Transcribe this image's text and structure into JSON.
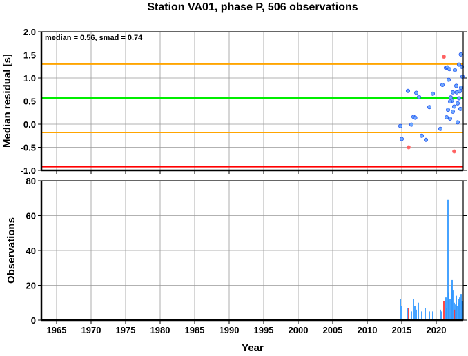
{
  "chart_data": [
    {
      "type": "scatter",
      "title": "Station VA01, phase P, 506 observations",
      "xlabel": "",
      "ylabel": "Median residual [s]",
      "xlim": [
        1962.8,
        2023.9
      ],
      "ylim": [
        -1.0,
        2.0
      ],
      "xticks": [
        1965,
        1970,
        1975,
        1980,
        1985,
        1990,
        1995,
        2000,
        2005,
        2010,
        2015,
        2020
      ],
      "yticks": [
        "-1.0",
        "-0.5",
        "0.0",
        "0.5",
        "1.0",
        "1.5",
        "2.0"
      ],
      "grid": true,
      "annotation": "median = 0.56, smad = 0.74",
      "hlines": [
        {
          "value": 1.3,
          "color": "#ffa500",
          "role": "upper-bound"
        },
        {
          "value": 0.56,
          "color": "#00ee00",
          "role": "median"
        },
        {
          "value": -0.18,
          "color": "#ffa500",
          "role": "lower-bound"
        },
        {
          "value": -0.92,
          "color": "#ff0000",
          "role": "limit"
        }
      ],
      "colors": {
        "normal": "#6fa8ff",
        "outlier": "#ff6060"
      },
      "points": [
        {
          "x": 2023.56,
          "y": 1.51,
          "o": false
        },
        {
          "x": 2021.1,
          "y": 1.46,
          "o": true
        },
        {
          "x": 2023.3,
          "y": 1.29,
          "o": false
        },
        {
          "x": 2023.7,
          "y": 1.24,
          "o": false
        },
        {
          "x": 2021.4,
          "y": 1.22,
          "o": false
        },
        {
          "x": 2021.6,
          "y": 1.23,
          "o": false
        },
        {
          "x": 2021.9,
          "y": 1.19,
          "o": false
        },
        {
          "x": 2022.7,
          "y": 1.17,
          "o": false
        },
        {
          "x": 2023.8,
          "y": 1.03,
          "o": false
        },
        {
          "x": 2021.8,
          "y": 0.96,
          "o": false
        },
        {
          "x": 2015.9,
          "y": 0.72,
          "o": false
        },
        {
          "x": 2017.1,
          "y": 0.68,
          "o": false
        },
        {
          "x": 2017.5,
          "y": 0.59,
          "o": false
        },
        {
          "x": 2019.5,
          "y": 0.66,
          "o": false
        },
        {
          "x": 2020.9,
          "y": 0.85,
          "o": false
        },
        {
          "x": 2022.9,
          "y": 0.83,
          "o": false
        },
        {
          "x": 2022.4,
          "y": 0.69,
          "o": false
        },
        {
          "x": 2022.96,
          "y": 0.69,
          "o": false
        },
        {
          "x": 2023.4,
          "y": 0.71,
          "o": false
        },
        {
          "x": 2023.6,
          "y": 0.79,
          "o": false
        },
        {
          "x": 2022.1,
          "y": 0.58,
          "o": false
        },
        {
          "x": 2023.3,
          "y": 0.56,
          "o": false
        },
        {
          "x": 2022.3,
          "y": 0.51,
          "o": false
        },
        {
          "x": 2022.0,
          "y": 0.49,
          "o": false
        },
        {
          "x": 2019.0,
          "y": 0.37,
          "o": false
        },
        {
          "x": 2023.1,
          "y": 0.45,
          "o": false
        },
        {
          "x": 2022.6,
          "y": 0.38,
          "o": false
        },
        {
          "x": 2023.5,
          "y": 0.33,
          "o": false
        },
        {
          "x": 2021.7,
          "y": 0.31,
          "o": false
        },
        {
          "x": 2022.4,
          "y": 0.27,
          "o": false
        },
        {
          "x": 2016.7,
          "y": 0.16,
          "o": false
        },
        {
          "x": 2016.96,
          "y": 0.14,
          "o": false
        },
        {
          "x": 2021.5,
          "y": 0.15,
          "o": false
        },
        {
          "x": 2022.0,
          "y": 0.12,
          "o": false
        },
        {
          "x": 2023.1,
          "y": 0.04,
          "o": false
        },
        {
          "x": 2014.8,
          "y": -0.04,
          "o": false
        },
        {
          "x": 2016.4,
          "y": -0.01,
          "o": false
        },
        {
          "x": 2020.6,
          "y": -0.1,
          "o": false
        },
        {
          "x": 2017.9,
          "y": -0.25,
          "o": false
        },
        {
          "x": 2018.5,
          "y": -0.34,
          "o": false
        },
        {
          "x": 2015.0,
          "y": -0.32,
          "o": false
        },
        {
          "x": 2016.0,
          "y": -0.5,
          "o": true
        },
        {
          "x": 2022.6,
          "y": -0.59,
          "o": true
        }
      ]
    },
    {
      "type": "bar",
      "xlabel": "Year",
      "ylabel": "Observations",
      "xlim": [
        1962.8,
        2023.9
      ],
      "ylim": [
        0,
        80
      ],
      "xticks": [
        1965,
        1970,
        1975,
        1980,
        1985,
        1990,
        1995,
        2000,
        2005,
        2010,
        2015,
        2020
      ],
      "yticks": [
        "0",
        "20",
        "40",
        "60",
        "80"
      ],
      "grid": true,
      "colors": {
        "normal": "#3399ff",
        "outlier": "#ff3333"
      },
      "bars": [
        {
          "x": 2014.8,
          "y": 12,
          "o": false
        },
        {
          "x": 2015.0,
          "y": 8,
          "o": false
        },
        {
          "x": 2015.8,
          "y": 7,
          "o": false
        },
        {
          "x": 2016.0,
          "y": 7,
          "o": true
        },
        {
          "x": 2016.4,
          "y": 5,
          "o": false
        },
        {
          "x": 2016.7,
          "y": 12,
          "o": false
        },
        {
          "x": 2016.9,
          "y": 8,
          "o": false
        },
        {
          "x": 2017.1,
          "y": 6,
          "o": false
        },
        {
          "x": 2017.4,
          "y": 10,
          "o": false
        },
        {
          "x": 2017.9,
          "y": 5,
          "o": false
        },
        {
          "x": 2018.4,
          "y": 7,
          "o": false
        },
        {
          "x": 2019.0,
          "y": 5,
          "o": false
        },
        {
          "x": 2019.5,
          "y": 5,
          "o": false
        },
        {
          "x": 2020.6,
          "y": 6,
          "o": false
        },
        {
          "x": 2020.8,
          "y": 5,
          "o": false
        },
        {
          "x": 2021.1,
          "y": 11,
          "o": true
        },
        {
          "x": 2021.4,
          "y": 13,
          "o": false
        },
        {
          "x": 2021.5,
          "y": 7,
          "o": false
        },
        {
          "x": 2021.7,
          "y": 69,
          "o": false
        },
        {
          "x": 2021.8,
          "y": 16,
          "o": false
        },
        {
          "x": 2022.0,
          "y": 12,
          "o": false
        },
        {
          "x": 2022.2,
          "y": 20,
          "o": false
        },
        {
          "x": 2022.3,
          "y": 23,
          "o": false
        },
        {
          "x": 2022.4,
          "y": 17,
          "o": false
        },
        {
          "x": 2022.6,
          "y": 10,
          "o": false
        },
        {
          "x": 2022.7,
          "y": 6,
          "o": true
        },
        {
          "x": 2022.8,
          "y": 9,
          "o": false
        },
        {
          "x": 2022.9,
          "y": 14,
          "o": false
        },
        {
          "x": 2023.0,
          "y": 8,
          "o": false
        },
        {
          "x": 2023.2,
          "y": 10,
          "o": false
        },
        {
          "x": 2023.3,
          "y": 12,
          "o": false
        },
        {
          "x": 2023.4,
          "y": 13,
          "o": false
        },
        {
          "x": 2023.6,
          "y": 15,
          "o": false
        },
        {
          "x": 2023.7,
          "y": 11,
          "o": false
        },
        {
          "x": 2023.8,
          "y": 11,
          "o": false
        }
      ]
    }
  ]
}
